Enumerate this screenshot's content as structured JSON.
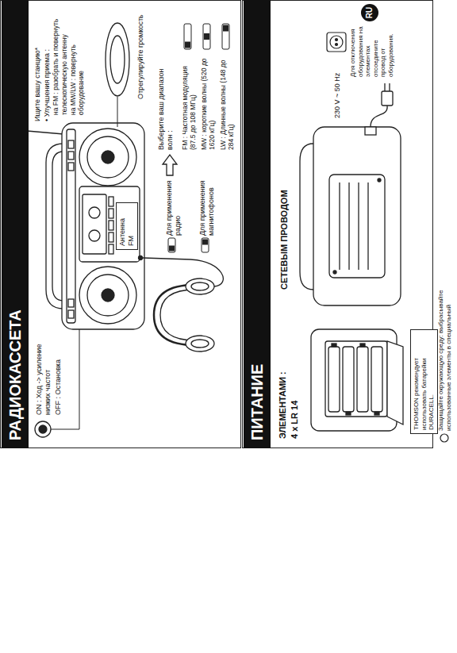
{
  "diagram": {
    "nodes": [
      {
        "text": [
          "РАДИОКАССЕТА"
        ]
      },
      {
        "text": [
          "Антенна FM"
        ]
      },
      {
        "text": [
          "ПИТАНИЕ"
        ]
      },
      {
        "text": [
          "THOMSON рекомендует использовать батарейки DURACELL."
        ]
      },
      {
        "text": [
          "RU"
        ]
      }
    ],
    "labels": [
      "ON : Ход -> усиление низких частот",
      "OFF : Остановка",
      "Ищите вашу станцию*",
      "• Улучшения приема :",
      "на FM : разобрать и повернуть",
      "телескопическую антенну",
      "на MW/LW : повернуть оборудование",
      "Отрегулируйте громкость",
      "Для применения радио",
      "Для применения магнитофонов",
      "Выберите ваш диапазон волн :",
      "FM : Частотная модуляция (87.5 до 108 МГц)",
      "MW : короткие волны (520 до 1620 кГц)",
      "LW : Длинные волны (148 до 284 кГц)",
      "ЭЛЕМЕНТАМИ :",
      "4 x LR 14",
      "СЕТЕВЫМ ПРОВОДОМ",
      "230 V ~ 50 Hz",
      "Для отключения оборудования на элементах отсоедините провод от оборудования.",
      "Защищайте окружающую среду: выбрасывайте использованные элементы в специальный"
    ]
  }
}
